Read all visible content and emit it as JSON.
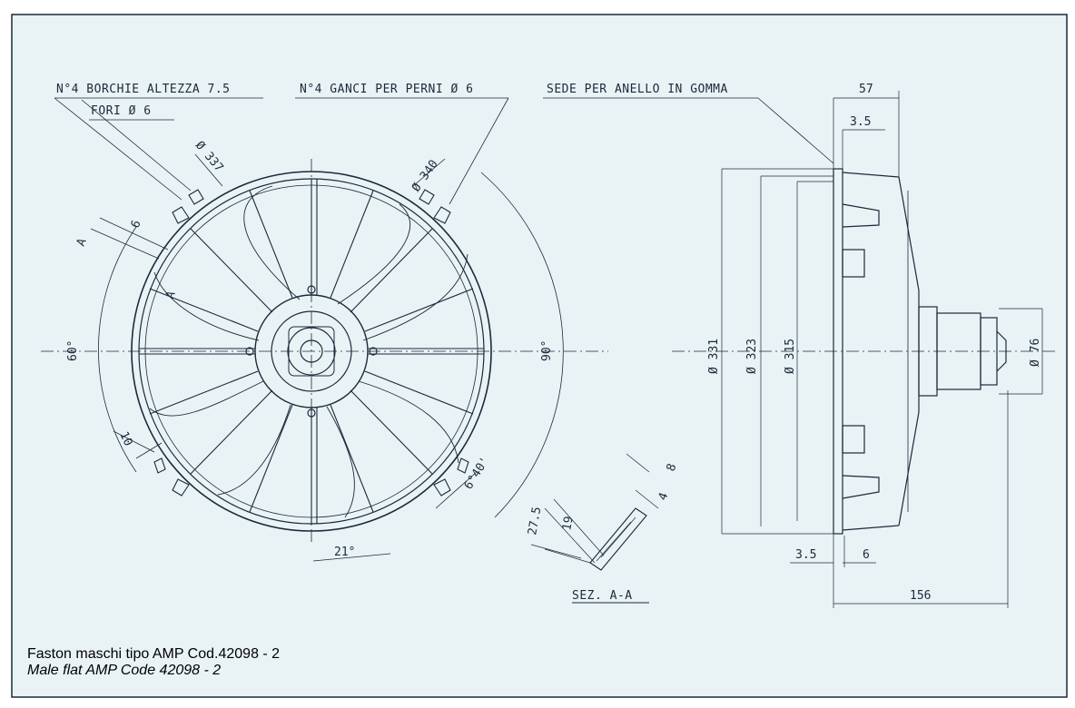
{
  "notes": {
    "borchie": "N°4 BORCHIE ALTEZZA 7.5",
    "fori": "FORI Ø 6",
    "ganci": "N°4 GANCI PER PERNI Ø 6",
    "sede": "SEDE PER ANELLO IN GOMMA",
    "sez": "SEZ. A-A"
  },
  "front_view": {
    "d337": "Ø 337",
    "d340": "Ø 340",
    "a_top": "A",
    "a_mid": "A",
    "dim_6": "6",
    "dim_10": "10",
    "angle_60": "60°",
    "angle_90": "90°",
    "angle_21": "21°",
    "angle_6_40": "6°40'"
  },
  "section_aa": {
    "d27_5": "27.5",
    "d19": "19",
    "d8": "8",
    "d4": "4"
  },
  "side_view": {
    "d57": "57",
    "d3_5_top": "3.5",
    "d331": "Ø 331",
    "d323": "Ø 323",
    "d315": "Ø 315",
    "d76": "Ø 76",
    "d3_5_bottom": "3.5",
    "d6": "6",
    "d156": "156"
  },
  "footer": {
    "line1": "Faston maschi tipo AMP Cod.42098 - 2",
    "line2": "Male flat AMP Code 42098 - 2"
  },
  "colors": {
    "background": "#ffffff",
    "drawing_fill": "#e9f3f6",
    "line": "#1a2a3a"
  }
}
